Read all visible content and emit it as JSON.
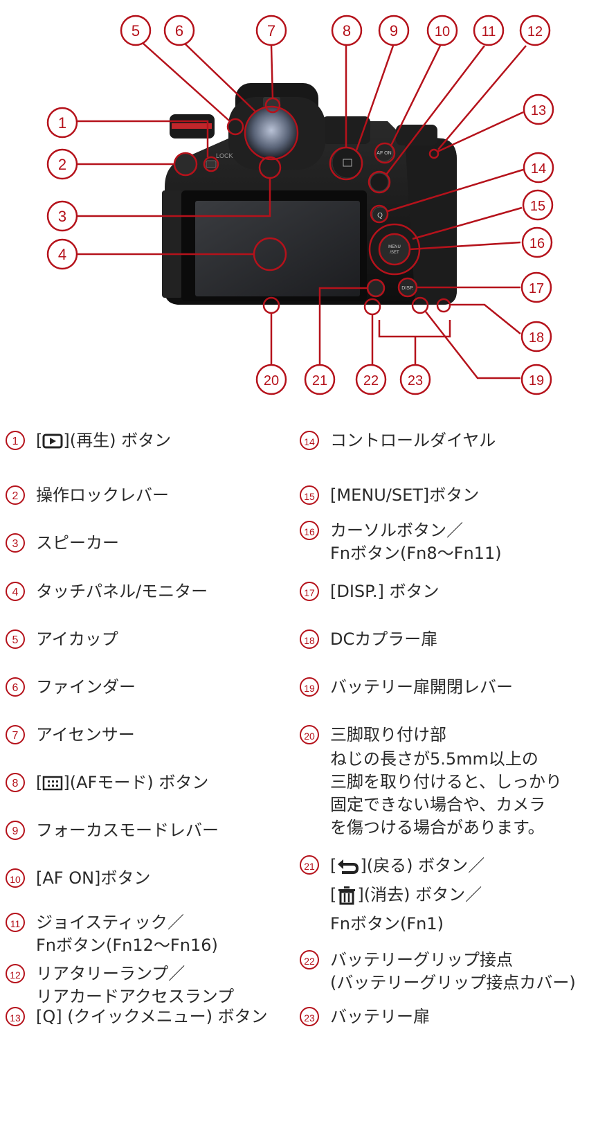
{
  "callouts": [
    "5",
    "6",
    "7",
    "8",
    "9",
    "10",
    "11",
    "12",
    "13",
    "14",
    "15",
    "16",
    "17",
    "18",
    "19",
    "20",
    "21",
    "22",
    "23",
    "1",
    "2",
    "3",
    "4"
  ],
  "camera": {
    "btn_afon": "AF ON",
    "btn_q": "Q",
    "btn_menu": "MENU\n/SET",
    "btn_disp": "DISP.",
    "lock": "LOCK"
  },
  "legend_left": [
    {
      "num": "1",
      "pre": "[",
      "post": "](再生) ボタン",
      "icon": "play"
    },
    {
      "num": "2",
      "text": "操作ロックレバー"
    },
    {
      "num": "3",
      "text": "スピーカー"
    },
    {
      "num": "4",
      "text": "タッチパネル/モニター"
    },
    {
      "num": "5",
      "text": "アイカップ"
    },
    {
      "num": "6",
      "text": "ファインダー"
    },
    {
      "num": "7",
      "text": "アイセンサー"
    },
    {
      "num": "8",
      "pre": "[",
      "post": "](AFモード) ボタン",
      "icon": "af"
    },
    {
      "num": "9",
      "text": "フォーカスモードレバー"
    },
    {
      "num": "10",
      "text": "[AF ON]ボタン"
    },
    {
      "num": "11",
      "text": "ジョイスティック／\nFnボタン(Fn12〜Fn16)"
    },
    {
      "num": "12",
      "text": "リアタリーランプ／\nリアカードアクセスランプ"
    },
    {
      "num": "13",
      "text": "[Q] (クイックメニュー) ボタン"
    }
  ],
  "legend_right": [
    {
      "num": "14",
      "text": "コントロールダイヤル"
    },
    {
      "num": "15",
      "text": "[MENU/SET]ボタン"
    },
    {
      "num": "16",
      "text": "カーソルボタン／\nFnボタン(Fn8〜Fn11)"
    },
    {
      "num": "17",
      "text": "[DISP.] ボタン"
    },
    {
      "num": "18",
      "text": "DCカプラー扉"
    },
    {
      "num": "19",
      "text": "バッテリー扉開閉レバー"
    },
    {
      "num": "20",
      "text": "三脚取り付け部",
      "note": "ねじの長さが5.5mm以上の\n三脚を取り付けると、しっかり\n固定できない場合や、カメラ\nを傷つける場合があります。"
    },
    {
      "num": "21",
      "pre": "[",
      "post": "](戻る) ボタン／",
      "icon": "back",
      "line2pre": "[",
      "line2post": "](消去) ボタン／",
      "icon2": "trash",
      "line3": "Fnボタン(Fn1)"
    },
    {
      "num": "22",
      "text": "バッテリーグリップ接点\n(バッテリーグリップ接点カバー)"
    },
    {
      "num": "23",
      "text": "バッテリー扉"
    }
  ],
  "colors": {
    "accent": "#b5121b",
    "body": "#151515",
    "text": "#2a2a2a"
  }
}
